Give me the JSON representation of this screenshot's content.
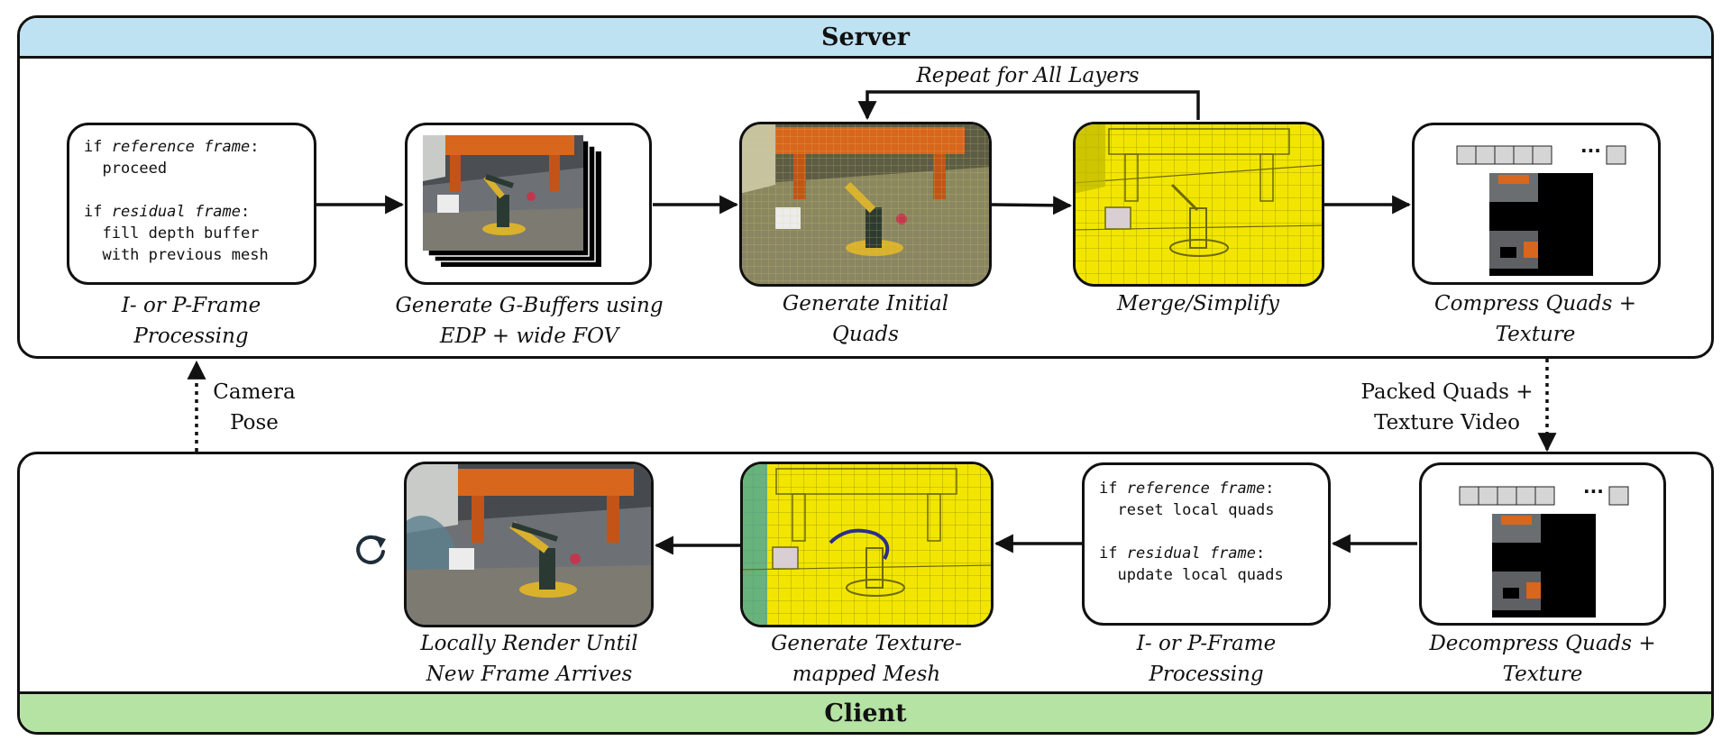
{
  "server": {
    "title": "Server",
    "repeat_label": "Repeat for All Layers",
    "step1": {
      "code": {
        "if_kw1": "if ",
        "ref_frame": "reference frame",
        "colon1": ":",
        "proceed": "  proceed",
        "if_kw2": "if ",
        "res_frame": "residual frame",
        "colon2": ":",
        "fill1": "  fill depth buffer",
        "fill2": "  with previous mesh"
      },
      "caption_line1": "I- or P-Frame",
      "caption_line2": "Processing"
    },
    "step2": {
      "caption_line1": "Generate G-Buffers using",
      "caption_line2": "EDP + wide FOV"
    },
    "step3": {
      "caption_line1": "Generate Initial",
      "caption_line2": "Quads"
    },
    "step4": {
      "caption_line1": "Merge/Simplify"
    },
    "step5": {
      "caption_line1": "Compress Quads +",
      "caption_line2": "Texture",
      "ellipsis": "···"
    }
  },
  "links": {
    "camera_pose_line1": "Camera",
    "camera_pose_line2": "Pose",
    "packed_line1": "Packed Quads +",
    "packed_line2": "Texture Video"
  },
  "client": {
    "title": "Client",
    "step1": {
      "caption_line1": "Decompress Quads +",
      "caption_line2": "Texture",
      "ellipsis": "···"
    },
    "step2": {
      "code": {
        "if_kw1": "if ",
        "ref_frame": "reference frame",
        "colon1": ":",
        "reset": "  reset local quads",
        "if_kw2": "if ",
        "res_frame": "residual frame",
        "colon2": ":",
        "update": "  update local quads"
      },
      "caption_line1": "I- or P-Frame",
      "caption_line2": "Processing"
    },
    "step3": {
      "caption_line1": "Generate Texture-",
      "caption_line2": "mapped Mesh"
    },
    "step4": {
      "caption_line1": "Locally Render Until",
      "caption_line2": "New Frame Arrives"
    }
  },
  "icons": {
    "refresh": "refresh-icon",
    "arrows": "arrow-icon"
  },
  "colors": {
    "server_band": "#bfe2f3",
    "client_band": "#b5e3a3",
    "wireframe_yellow": "#f2e600",
    "scene_orange": "#d8661c"
  }
}
